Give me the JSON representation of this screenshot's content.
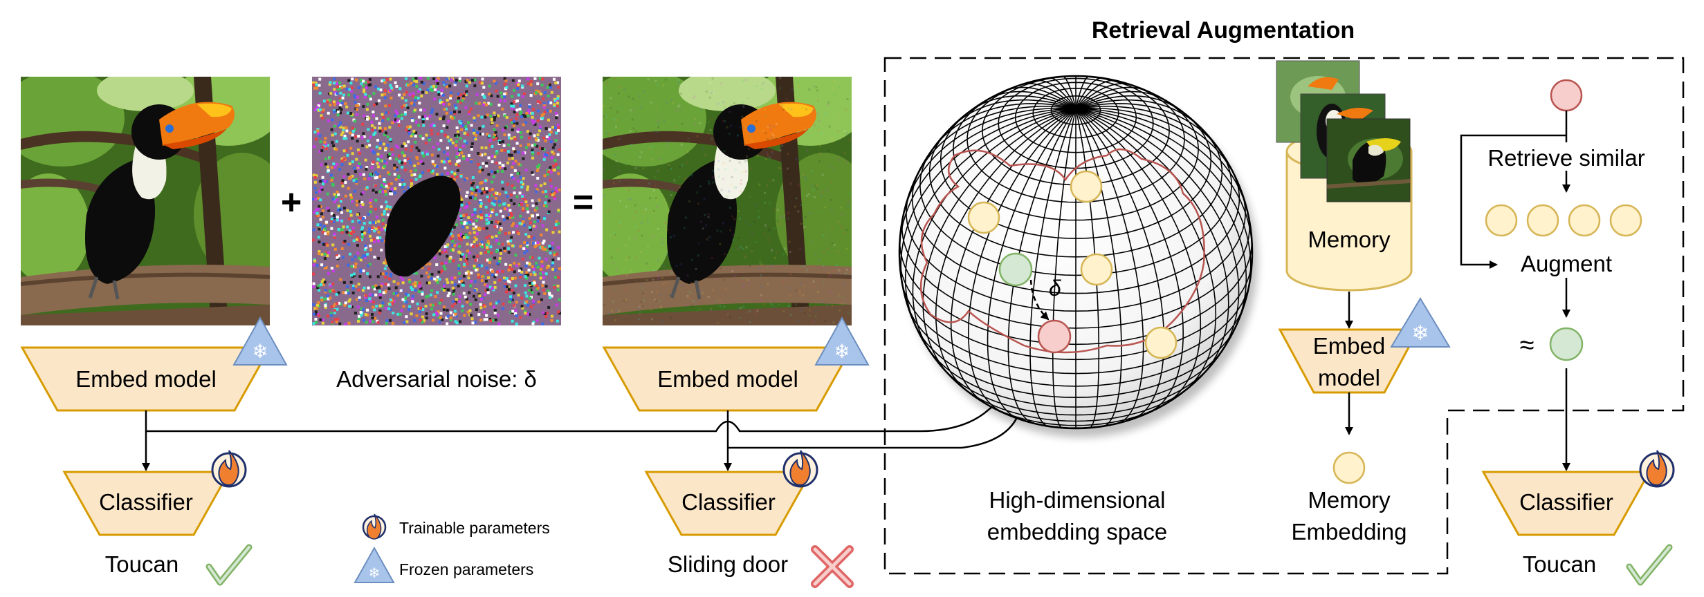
{
  "title": "Retrieval Augmentation",
  "left_panel": {
    "operator_plus": "+",
    "operator_equals": "=",
    "embed_model_label": "Embed model",
    "noise_label": "Adversarial noise: δ",
    "classifier_label": "Classifier",
    "result_clean": "Toucan",
    "result_adversarial": "Sliding door"
  },
  "embedding_space": {
    "label_line1": "High-dimensional",
    "label_line2": "embedding space",
    "delta_symbol": "δ"
  },
  "memory": {
    "db_label": "Memory",
    "embed_model_line1": "Embed",
    "embed_model_line2": "model",
    "embedding_line1": "Memory",
    "embedding_line2": "Embedding"
  },
  "retrieval": {
    "retrieve_label": "Retrieve similar",
    "augment_label": "Augment",
    "approx_symbol": "≈",
    "classifier_label": "Classifier",
    "result": "Toucan"
  },
  "legend": {
    "trainable": "Trainable parameters",
    "frozen": "Frozen parameters"
  },
  "colors": {
    "trapezoid_fill": "#fbe6c8",
    "trapezoid_stroke": "#d79b00",
    "memory_fill": "#fff2cc",
    "memory_stroke": "#d6b656",
    "query_red": "#f8cecc",
    "query_red_stroke": "#b85450",
    "clean_green": "#d5e8d4",
    "clean_green_stroke": "#82b366",
    "frozen_blue": "#a9c4eb",
    "fire_orange": "#f08030",
    "check_green": "#82b366",
    "cross_red": "#e06666",
    "cluster_outline": "#b85450"
  },
  "icons": [
    "snowflake-icon",
    "flame-icon",
    "check-icon",
    "cross-icon"
  ]
}
